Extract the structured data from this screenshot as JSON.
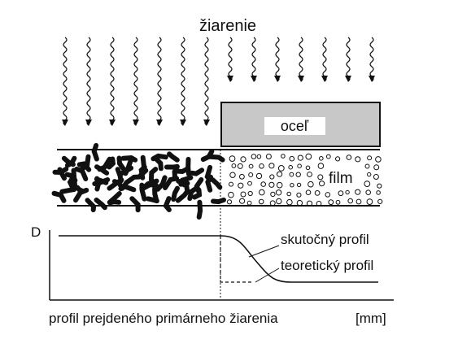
{
  "labels": {
    "radiation": "žiarenie",
    "steel": "oceľ",
    "film": "film",
    "axis_d": "D",
    "actual_profile": "skutočný profil",
    "theoretical_profile": "teoretický profil",
    "x_axis": "profil prejdeného primárneho žiarenia",
    "unit": "[mm]"
  },
  "colors": {
    "steel_fill": "#c8c8c8",
    "ink": "#111111",
    "background": "#ffffff"
  }
}
